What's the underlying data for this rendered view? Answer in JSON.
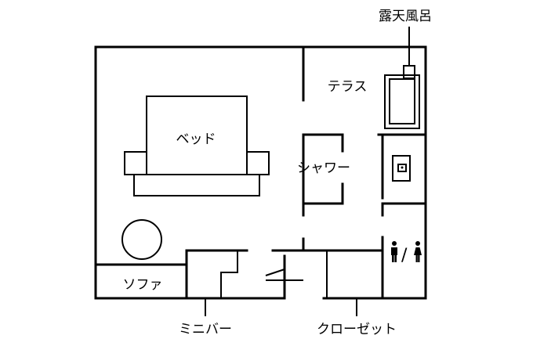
{
  "rooms": {
    "bed": "ベッド",
    "terrace": "テラス",
    "shower": "シャワー",
    "sofa": "ソファ"
  },
  "callouts": {
    "outdoor_bath": "露天風呂",
    "minibar": "ミニバー",
    "closet": "クローゼット"
  },
  "restroom": {
    "icon": "restroom-icon",
    "divider": "/"
  },
  "colors": {
    "line": "#000000",
    "background": "#ffffff"
  }
}
